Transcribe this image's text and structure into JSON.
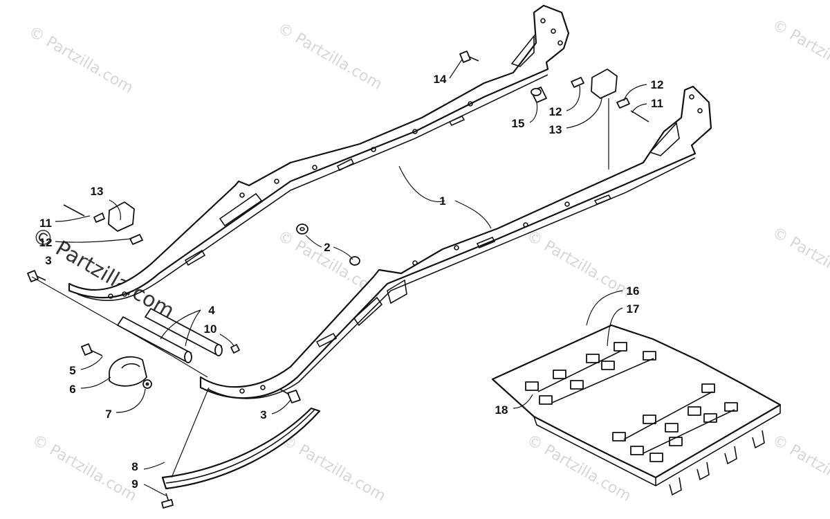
{
  "watermark": {
    "text": "© Partzilla.com"
  },
  "callouts": {
    "c1": "1",
    "c2": "2",
    "c3a": "3",
    "c3b": "3",
    "c4": "4",
    "c5": "5",
    "c6": "6",
    "c7": "7",
    "c8": "8",
    "c9": "9",
    "c10": "10",
    "c11a": "11",
    "c11b": "11",
    "c12a": "12",
    "c12b": "12",
    "c12c": "12",
    "c13a": "13",
    "c13b": "13",
    "c14": "14",
    "c15": "15",
    "c16": "16",
    "c17": "17",
    "c18": "18"
  }
}
